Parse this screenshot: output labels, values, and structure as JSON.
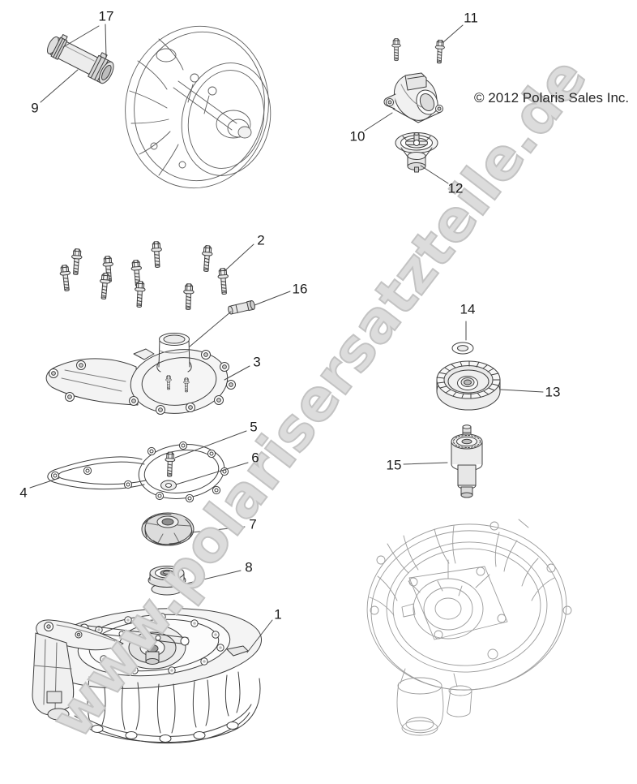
{
  "watermark": {
    "text": "www.polarisersatzteile.de"
  },
  "copyright": {
    "text": "© 2012 Polaris Sales Inc."
  },
  "callouts": [
    {
      "label": "1"
    },
    {
      "label": "2"
    },
    {
      "label": "3"
    },
    {
      "label": "4"
    },
    {
      "label": "5"
    },
    {
      "label": "6"
    },
    {
      "label": "7"
    },
    {
      "label": "8"
    },
    {
      "label": "9"
    },
    {
      "label": "10"
    },
    {
      "label": "11"
    },
    {
      "label": "12"
    },
    {
      "label": "13"
    },
    {
      "label": "14"
    },
    {
      "label": "15"
    },
    {
      "label": "16"
    },
    {
      "label": "17"
    }
  ]
}
